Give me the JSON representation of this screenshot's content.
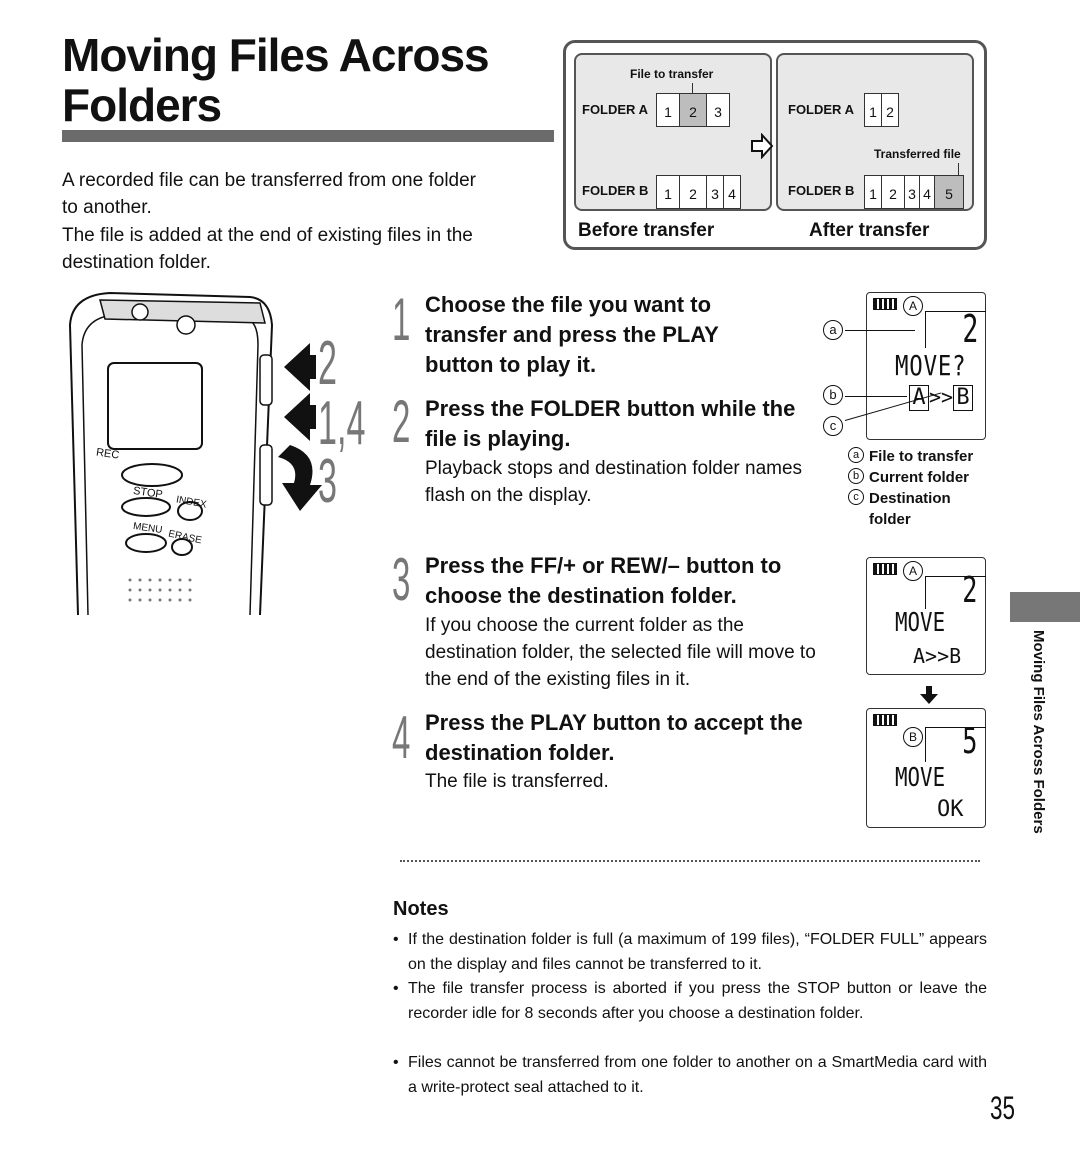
{
  "title_line1": "Moving Files Across",
  "title_line2": "Folders",
  "intro": {
    "p1": "A recorded file can be transferred from one folder to another.",
    "p2": "The file is added at the end of existing files in the destination folder."
  },
  "diagram": {
    "before": {
      "file_label": "File to transfer",
      "folder_a": "FOLDER A",
      "folder_a_files": [
        "1",
        "2",
        "3"
      ],
      "folder_b": "FOLDER B",
      "folder_b_files": [
        "1",
        "2",
        "3",
        "4"
      ],
      "caption": "Before transfer"
    },
    "after": {
      "folder_a": "FOLDER A",
      "folder_a_files": [
        "1",
        "2"
      ],
      "transferred_label": "Transferred file",
      "folder_b": "FOLDER B",
      "folder_b_files": [
        "1",
        "2",
        "3",
        "4",
        "5"
      ],
      "caption": "After transfer"
    }
  },
  "callouts": {
    "c2": "2",
    "c14": "1,4",
    "c3": "3"
  },
  "recorder": {
    "rec": "REC",
    "stop": "STOP",
    "index": "INDEX",
    "menu": "MENU",
    "erase": "ERASE"
  },
  "steps": [
    {
      "num": "1",
      "heading": "Choose the file you want to transfer and press the PLAY button to play it.",
      "body": ""
    },
    {
      "num": "2",
      "heading": "Press the FOLDER button while the file is playing.",
      "body": "Playback stops and destination folder names flash on the display."
    },
    {
      "num": "3",
      "heading": "Press the FF/+ or REW/– button to choose the destination folder.",
      "body": "If you choose the current folder as the destination folder, the selected file will move to the end of the existing files in it."
    },
    {
      "num": "4",
      "heading": "Press the PLAY button to accept the destination folder.",
      "body": "The file is transferred."
    }
  ],
  "lcd1": {
    "folder": "A",
    "number": "2",
    "text": "MOVE?",
    "route_from": "A",
    "route_to": "B",
    "markers": [
      "a",
      "b",
      "c"
    ]
  },
  "lcd_legend": [
    {
      "key": "a",
      "text": "File to transfer"
    },
    {
      "key": "b",
      "text": "Current folder"
    },
    {
      "key": "c",
      "text": "Destination folder"
    }
  ],
  "lcd2": {
    "folder": "A",
    "number": "2",
    "text": "MOVE",
    "route": "A>>B"
  },
  "lcd3": {
    "folder": "B",
    "number": "5",
    "text": "MOVE",
    "status": "OK"
  },
  "side_tab": "Moving Files Across Folders",
  "notes": {
    "heading": "Notes",
    "items": [
      "If the destination folder is full (a maximum of 199 files), “FOLDER FULL” appears on the display and files cannot be transferred to it.",
      "The file transfer process is aborted if you press the STOP button or leave the recorder idle for 8 seconds after you choose a destination folder.",
      "Files cannot be transferred from one folder to another on a SmartMedia card with a write-protect seal attached to it."
    ]
  },
  "page_number": "35"
}
